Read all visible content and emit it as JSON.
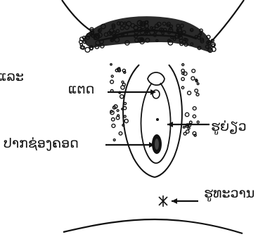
{
  "labels": {
    "partial_left": "ແລະ",
    "clitoris": "ແຕດ",
    "urethra": "ຮູຍ່ຽວ",
    "vaginal_opening": "ປາກຊ່ອງຄອດ",
    "anus": "ຮູທະວານ"
  },
  "colors": {
    "ink": "#111111",
    "background": "#ffffff"
  }
}
